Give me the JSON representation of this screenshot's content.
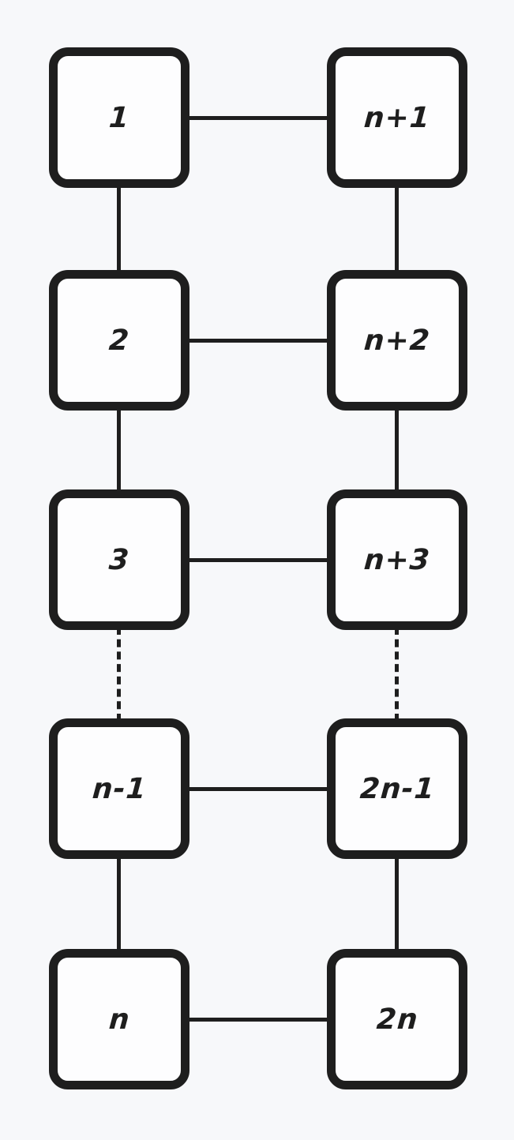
{
  "diagram": {
    "type": "graph",
    "description": "Two-column ladder diagram of numbered square nodes with hand-drawn style",
    "colors": {
      "background": "#f7f8fa",
      "stroke": "#1e1e1e",
      "node_fill": "#fdfdfe"
    },
    "nodes": [
      {
        "label": "1"
      },
      {
        "label": "2"
      },
      {
        "label": "3"
      },
      {
        "label": "n-1"
      },
      {
        "label": "n"
      },
      {
        "label": "n+1"
      },
      {
        "label": "n+2"
      },
      {
        "label": "n+3"
      },
      {
        "label": "2n-1"
      },
      {
        "label": "2n"
      }
    ],
    "edges": [
      {
        "from": "1",
        "to": "n+1",
        "style": "solid",
        "orientation": "horizontal"
      },
      {
        "from": "2",
        "to": "n+2",
        "style": "solid",
        "orientation": "horizontal"
      },
      {
        "from": "3",
        "to": "n+3",
        "style": "solid",
        "orientation": "horizontal"
      },
      {
        "from": "n-1",
        "to": "2n-1",
        "style": "solid",
        "orientation": "horizontal"
      },
      {
        "from": "n",
        "to": "2n",
        "style": "solid",
        "orientation": "horizontal"
      },
      {
        "from": "1",
        "to": "2",
        "style": "solid",
        "orientation": "vertical"
      },
      {
        "from": "2",
        "to": "3",
        "style": "solid",
        "orientation": "vertical"
      },
      {
        "from": "3",
        "to": "n-1",
        "style": "dashed",
        "orientation": "vertical"
      },
      {
        "from": "n-1",
        "to": "n",
        "style": "solid",
        "orientation": "vertical"
      },
      {
        "from": "n+1",
        "to": "n+2",
        "style": "solid",
        "orientation": "vertical"
      },
      {
        "from": "n+2",
        "to": "n+3",
        "style": "solid",
        "orientation": "vertical"
      },
      {
        "from": "n+3",
        "to": "2n-1",
        "style": "dashed",
        "orientation": "vertical"
      },
      {
        "from": "2n-1",
        "to": "2n",
        "style": "solid",
        "orientation": "vertical"
      }
    ]
  }
}
